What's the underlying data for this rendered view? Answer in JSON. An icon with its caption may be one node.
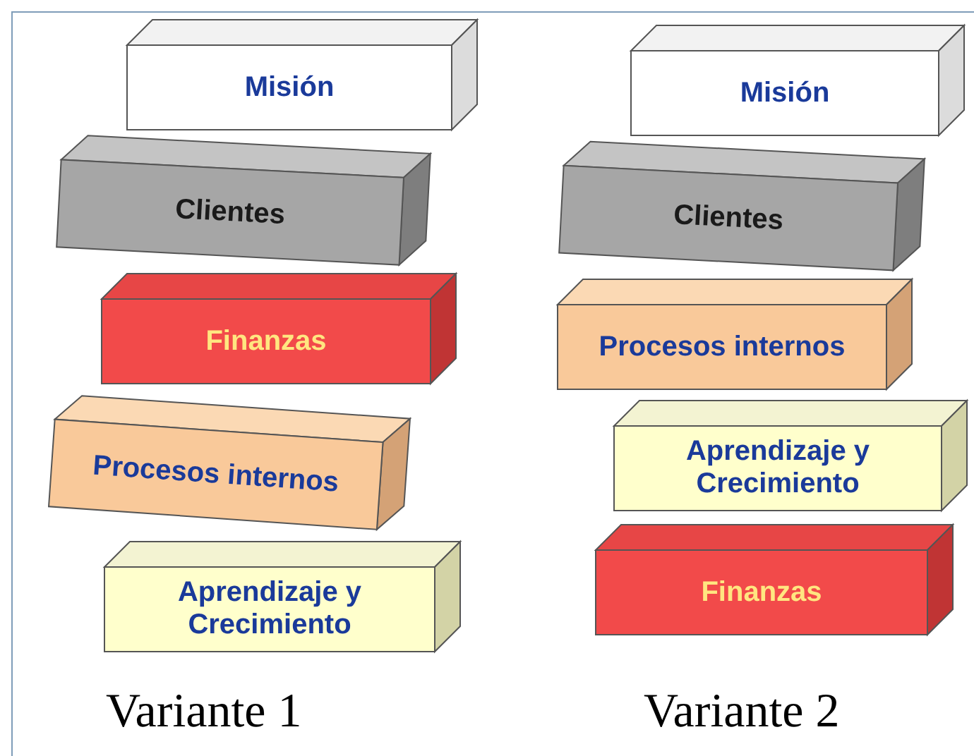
{
  "diagram": {
    "nodes": [
      {
        "text": [
          "Misión"
        ]
      },
      {
        "text": [
          "Clientes"
        ]
      },
      {
        "text": [
          "Finanzas"
        ]
      },
      {
        "text": [
          "Procesos internos"
        ]
      },
      {
        "text": [
          "Aprendizaje y Crecimiento"
        ]
      },
      {
        "text": [
          "Misión"
        ]
      },
      {
        "text": [
          "Clientes"
        ]
      },
      {
        "text": [
          "Procesos internos"
        ]
      },
      {
        "text": [
          "Aprendizaje y Crecimiento"
        ]
      },
      {
        "text": [
          "Finanzas"
        ]
      }
    ],
    "labels": [
      "Variante 1",
      "Variante 2"
    ]
  }
}
